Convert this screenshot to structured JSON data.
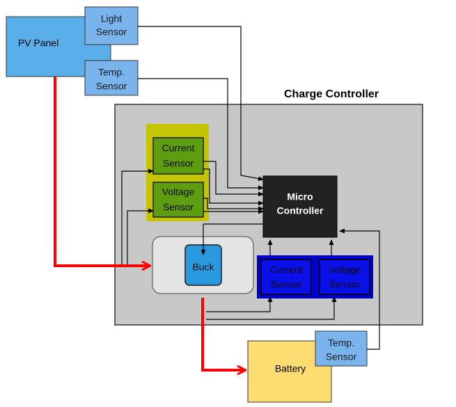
{
  "labels": {
    "pv_panel": "PV Panel",
    "light_sensor_1": "Light",
    "light_sensor_2": "Sensor",
    "temp_sensor_top_1": "Temp.",
    "temp_sensor_top_2": "Sensor",
    "charge_controller": "Charge Controller",
    "current_sensor_in_1": "Current",
    "current_sensor_in_2": "Sensor",
    "voltage_sensor_in_1": "Voltage",
    "voltage_sensor_in_2": "Sensor",
    "micro_controller_1": "Micro",
    "micro_controller_2": "Controller",
    "buck": "Buck",
    "current_sensor_out_1": "Current",
    "current_sensor_out_2": "Sensor",
    "voltage_sensor_out_1": "Voltage",
    "voltage_sensor_out_2": "Sensor",
    "battery": "Battery",
    "temp_sensor_batt_1": "Temp.",
    "temp_sensor_batt_2": "Sensor"
  },
  "colors": {
    "pv_panel": "#5aaeea",
    "sensor_light_blue": "#7ab4ec",
    "controller_bg": "#c8c8c8",
    "input_sensor_group": "#c4c400",
    "input_sensor_box": "#5e9c10",
    "micro_controller": "#222222",
    "buck_bg": "#e4e4e4",
    "buck_box": "#2a9ae0",
    "output_sensor_group": "#0000cc",
    "output_sensor_box": "#0a10e8",
    "battery": "#fddc72",
    "power_line": "#ff0000",
    "signal_line": "#000000"
  }
}
